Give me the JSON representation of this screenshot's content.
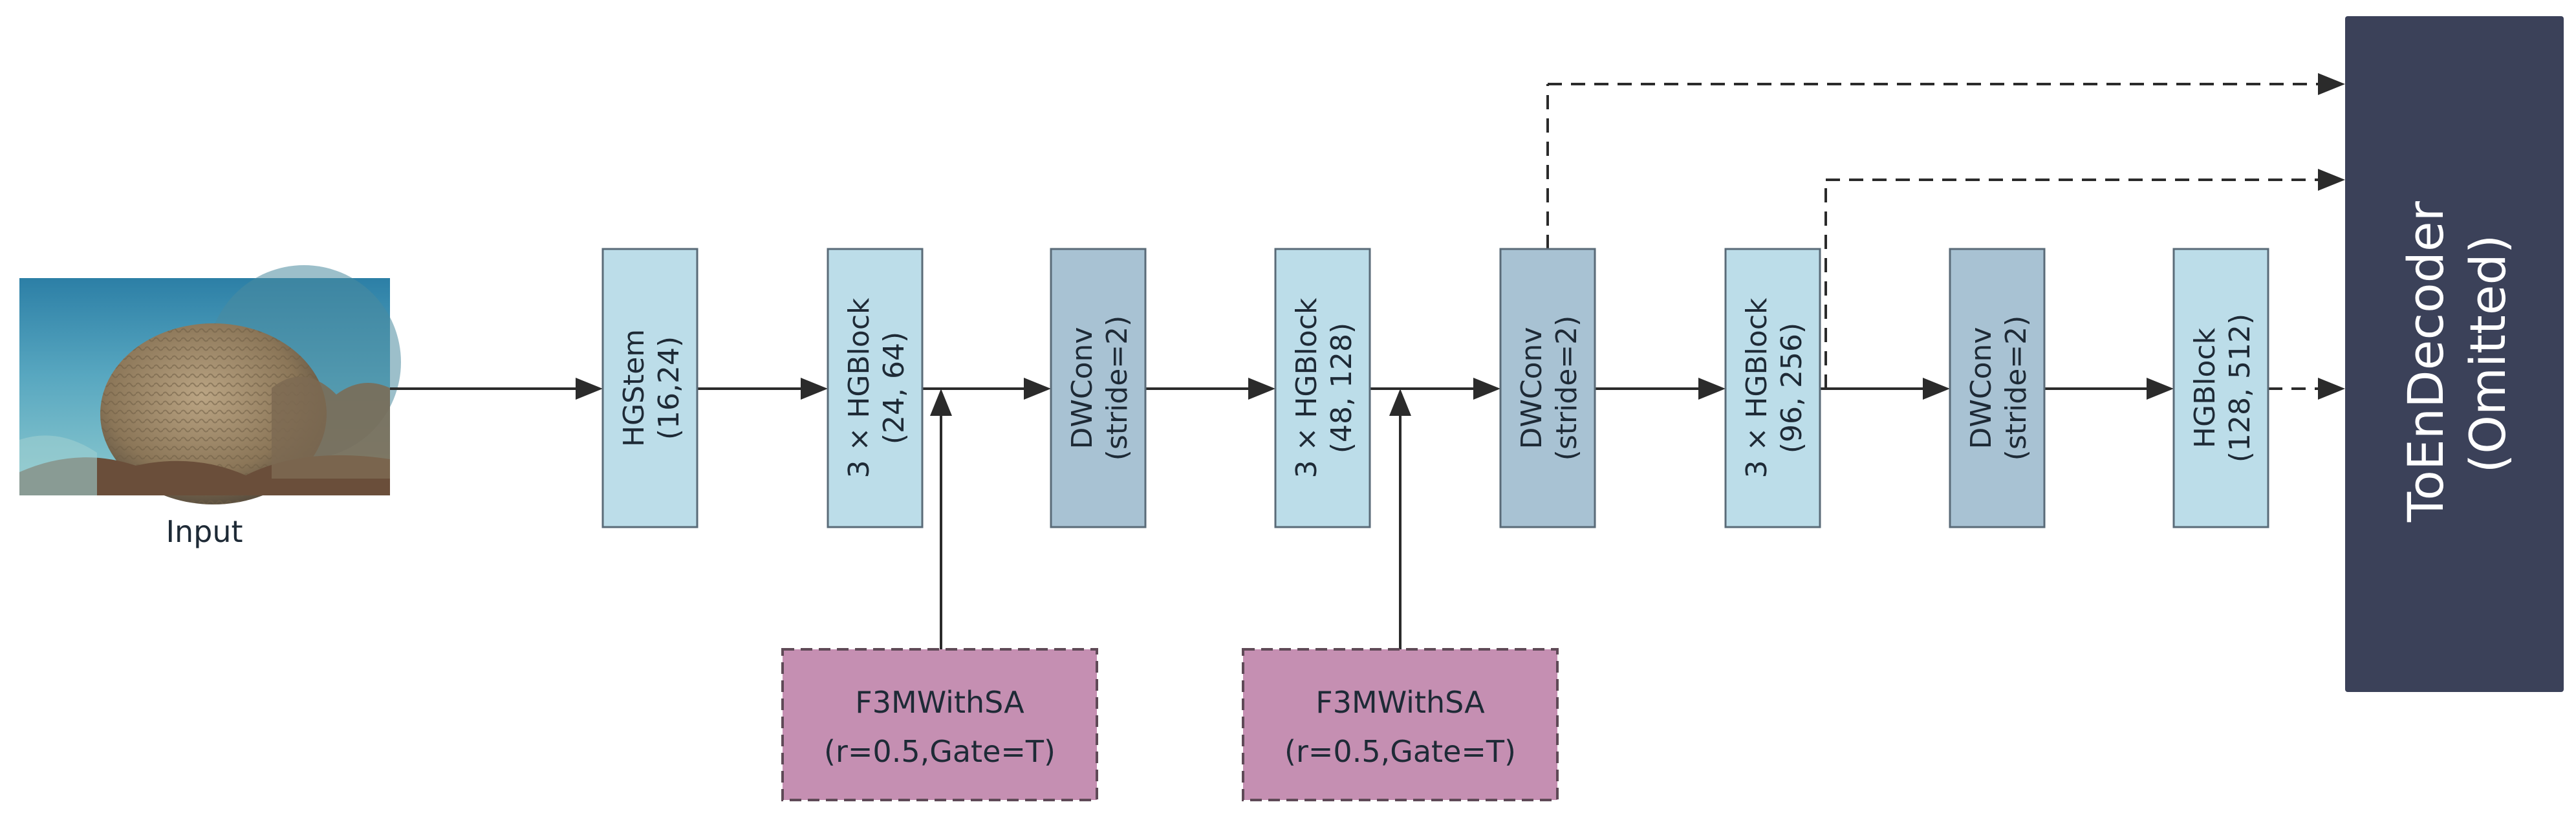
{
  "colors": {
    "background": "#ffffff",
    "light_block": "#bcdde9",
    "dwconv_block": "#a8c2d3",
    "f3m_block": "#c58fb2",
    "decoder_block": "#3b4159",
    "decoder_text": "#ffffff",
    "line": "#2b2b2b"
  },
  "input": {
    "label": "Input"
  },
  "nodes": [
    {
      "id": "hgstem",
      "type": "light",
      "label1": "HGStem",
      "label2": "(16,24)"
    },
    {
      "id": "hgblock1",
      "type": "light",
      "label1": "3 × HGBlock",
      "label2": "(24,  64)"
    },
    {
      "id": "dwconv1",
      "type": "dwconv",
      "label1": "DWConv",
      "label2": "(stride=2)"
    },
    {
      "id": "hgblock2",
      "type": "light",
      "label1": "3 × HGBlock",
      "label2": "(48,  128)"
    },
    {
      "id": "dwconv2",
      "type": "dwconv",
      "label1": "DWConv",
      "label2": "(stride=2)"
    },
    {
      "id": "hgblock3",
      "type": "light",
      "label1": "3 × HGBlock",
      "label2": "(96,  256)"
    },
    {
      "id": "dwconv3",
      "type": "dwconv",
      "label1": "DWConv",
      "label2": "(stride=2)"
    },
    {
      "id": "hgblock4",
      "type": "light",
      "label1": "HGBlock",
      "label2": "(128,  512)"
    }
  ],
  "f3m_modules": [
    {
      "id": "f3m1",
      "label1": "F3MWithSA",
      "label2": "(r=0.5,Gate=T)"
    },
    {
      "id": "f3m2",
      "label1": "F3MWithSA",
      "label2": "(r=0.5,Gate=T)"
    }
  ],
  "decoder": {
    "label1": "ToEnDecoder",
    "label2": "(Omitted)"
  }
}
